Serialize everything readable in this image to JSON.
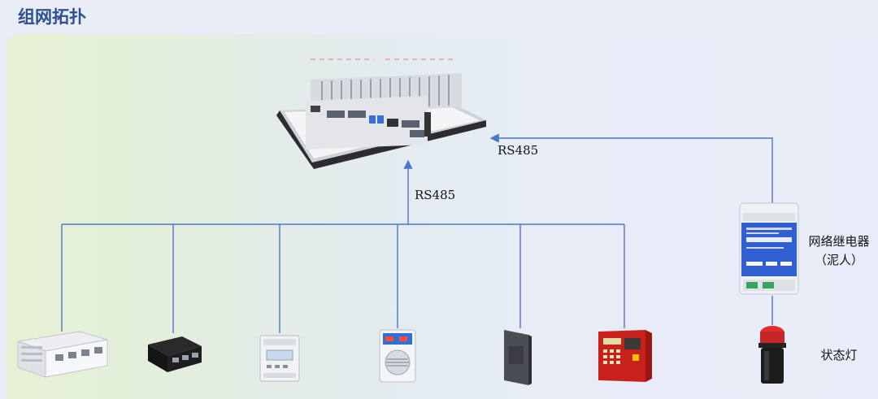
{
  "title": "组网拓扑",
  "edge_labels": {
    "bus_to_controller": "RS485",
    "relay_to_controller": "RS485"
  },
  "nodes": {
    "controller": {
      "icon": "industrial-fanless-pc"
    },
    "relay": {
      "name_line1": "网络继电器",
      "name_line2": "（泥人）",
      "icon": "network-relay-module"
    },
    "indicator": {
      "name": "状态灯",
      "icon": "status-light"
    },
    "devices": [
      {
        "icon": "rack-power-supply"
      },
      {
        "icon": "io-converter-box"
      },
      {
        "icon": "din-rail-energy-meter"
      },
      {
        "icon": "dehumidifier-controller"
      },
      {
        "icon": "wall-mounted-reader"
      },
      {
        "icon": "fire-alarm-panel"
      }
    ]
  },
  "colors": {
    "title": "#2e4e8f",
    "wire": "#4a78c8"
  }
}
